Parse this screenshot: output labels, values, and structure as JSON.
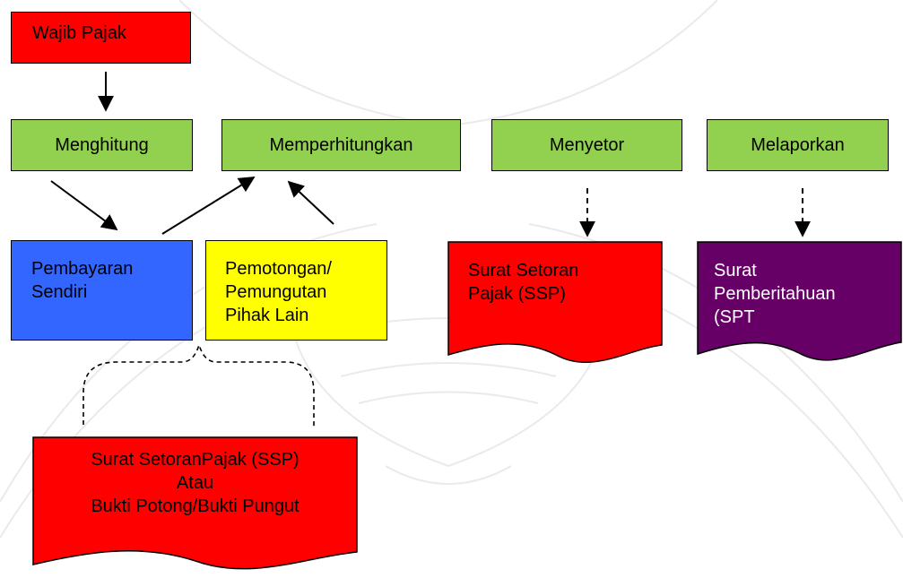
{
  "colors": {
    "red": "#ff0000",
    "green": "#92d050",
    "blue": "#3366ff",
    "yellow": "#ffff00",
    "purple": "#660066",
    "white_text": "#ffffff"
  },
  "nodes": {
    "wajib_pajak": "Wajib Pajak",
    "menghitung": "Menghitung",
    "memperhitungkan": "Memperhitungkan",
    "menyetor": "Menyetor",
    "melaporkan": "Melaporkan",
    "pembayaran_sendiri": [
      "Pembayaran",
      "Sendiri"
    ],
    "pemotongan": [
      "Pemotongan/",
      "Pemungutan",
      "Pihak Lain"
    ],
    "ssp_doc": [
      "Surat Setoran",
      "Pajak (SSP)"
    ],
    "spt_doc": [
      "Surat",
      "Pemberitahuan",
      "(SPT"
    ],
    "bukti_doc": [
      "Surat SetoranPajak (SSP)",
      "Atau",
      "Bukti Potong/Bukti Pungut"
    ]
  },
  "edges": [
    {
      "from": "Wajib Pajak",
      "to": "Menghitung",
      "style": "solid"
    },
    {
      "from": "Menghitung",
      "to": "Pembayaran Sendiri",
      "style": "solid"
    },
    {
      "from": "Pembayaran Sendiri",
      "to": "Memperhitungkan",
      "style": "solid"
    },
    {
      "from": "Pemotongan/Pemungutan Pihak Lain",
      "to": "Memperhitungkan",
      "style": "solid"
    },
    {
      "from": "Menyetor",
      "to": "Surat Setoran Pajak (SSP)",
      "style": "dashed"
    },
    {
      "from": "Melaporkan",
      "to": "Surat Pemberitahuan (SPT",
      "style": "dashed"
    },
    {
      "from": "Pemotongan/Pemungutan Pihak Lain",
      "to": "Surat SetoranPajak (SSP) Atau Bukti Potong/Bukti Pungut",
      "style": "dashed-brace"
    }
  ]
}
